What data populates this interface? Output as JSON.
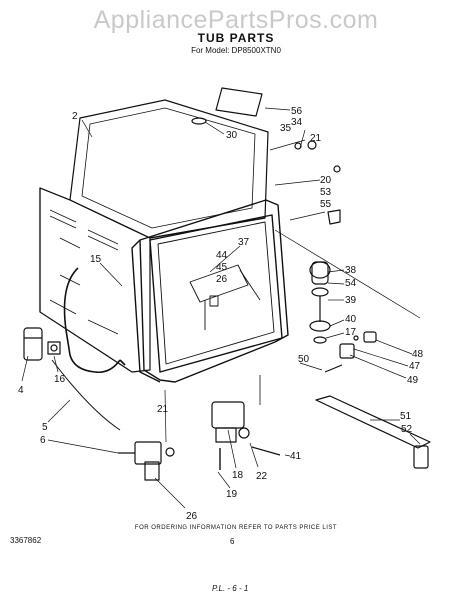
{
  "watermark": "AppliancePartsPros.com",
  "title": "TUB PARTS",
  "subtitle": "For Model: DP8500XTN0",
  "footer_note": "FOR ORDERING INFORMATION REFER TO PARTS PRICE LIST",
  "doc_code": "3367862",
  "page_number": "6",
  "page_footer": "P.L. - 6 - 1",
  "callouts": [
    "56",
    "34",
    "35",
    "30",
    "2",
    "21",
    "20",
    "53",
    "55",
    "37",
    "44",
    "45",
    "26",
    "15",
    "38",
    "54",
    "39",
    "40",
    "17",
    "48",
    "47",
    "49",
    "50",
    "16",
    "4",
    "5",
    "21",
    "51",
    "52",
    "6",
    "18",
    "19",
    "22",
    "41",
    "26"
  ]
}
